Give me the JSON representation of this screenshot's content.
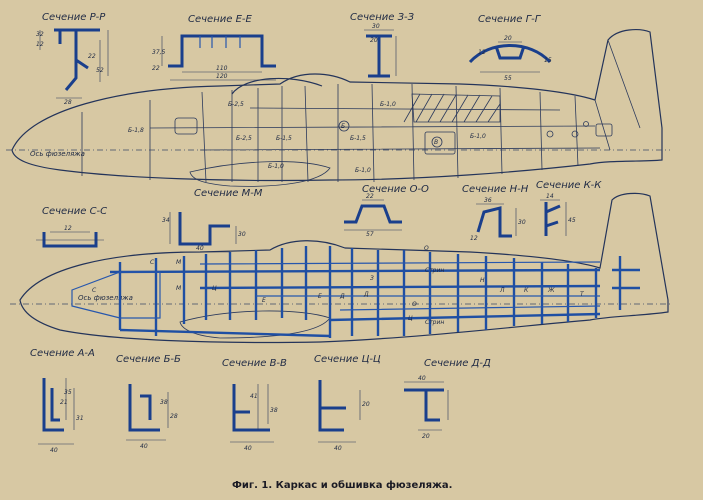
{
  "sections_top": [
    {
      "key": "rr",
      "title": "Сечение Р-Р",
      "dims": [
        "32",
        "12",
        "22",
        "52",
        "28"
      ]
    },
    {
      "key": "ee",
      "title": "Сечение Е-Е",
      "dims": [
        "37,5",
        "22",
        "110",
        "120"
      ]
    },
    {
      "key": "zz",
      "title": "Сечение З-З",
      "dims": [
        "30",
        "20"
      ]
    },
    {
      "key": "gg",
      "title": "Сечение Г-Г",
      "dims": [
        "20",
        "12",
        "15",
        "55"
      ]
    }
  ],
  "sections_middle": [
    {
      "key": "ss",
      "title": "Сечение С-С",
      "dims": [
        "12"
      ]
    },
    {
      "key": "mm",
      "title": "Сечение М-М",
      "dims": [
        "34",
        "30",
        "40"
      ]
    },
    {
      "key": "oo",
      "title": "Сечение О-О",
      "dims": [
        "22",
        "57"
      ]
    },
    {
      "key": "nn",
      "title": "Сечение Н-Н",
      "dims": [
        "36",
        "30",
        "12"
      ]
    },
    {
      "key": "kk",
      "title": "Сечение К-К",
      "dims": [
        "14",
        "45"
      ]
    }
  ],
  "sections_bottom": [
    {
      "key": "aa",
      "title": "Сечение А-А",
      "dims": [
        "35",
        "21",
        "31",
        "40"
      ]
    },
    {
      "key": "bb",
      "title": "Сечение Б-Б",
      "dims": [
        "38",
        "28",
        "40"
      ]
    },
    {
      "key": "vv",
      "title": "Сечение В-В",
      "dims": [
        "41",
        "38",
        "40"
      ]
    },
    {
      "key": "cc",
      "title": "Сечение Ц-Ц",
      "dims": [
        "20",
        "40"
      ]
    },
    {
      "key": "dd",
      "title": "Сечение Д-Д",
      "dims": [
        "40",
        "20"
      ]
    }
  ],
  "skin_view": {
    "axis_label": "Ось фюзеляжа",
    "panels": [
      "Б-1,8",
      "Б-2,5",
      "Б-2,5",
      "Б-1,0",
      "Б-1,0",
      "Б-1,5",
      "Б-1,5",
      "Б-1,0",
      "Б-1,0"
    ],
    "markers": [
      "Б",
      "В"
    ]
  },
  "frame_view": {
    "axis_label": "Ось фюзеляжа",
    "stringer_label": "Стрин",
    "marks": [
      "С",
      "С",
      "М",
      "М",
      "Ц",
      "Е",
      "Е",
      "Д",
      "Д",
      "О",
      "О",
      "Н",
      "К",
      "Ж",
      "Ц",
      "З",
      "Л",
      "Т"
    ]
  },
  "caption": "Фиг. 1. Каркас и обшивка фюзеляжа."
}
